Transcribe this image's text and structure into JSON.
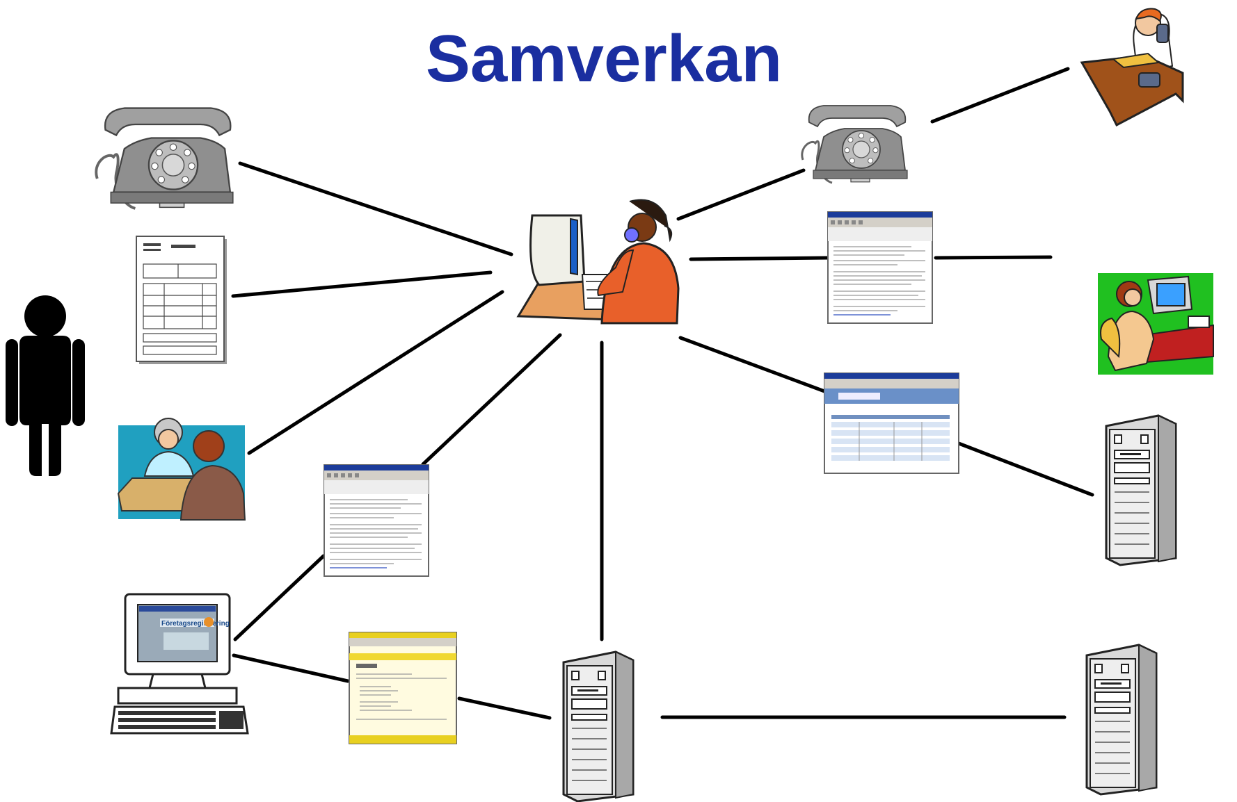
{
  "title": "Samverkan",
  "screen_banner": "Företagsregistrering",
  "colors": {
    "title": "#1a2ea0",
    "line": "#000000",
    "phone": "#8a8a8a",
    "server": "#c8c8c8",
    "agent_clothes": "#e8602a"
  },
  "nodes": [
    {
      "id": "person",
      "icon": "person-silhouette-icon"
    },
    {
      "id": "phone-left",
      "icon": "rotary-phone-icon"
    },
    {
      "id": "form",
      "icon": "paper-form-icon"
    },
    {
      "id": "meeting",
      "icon": "counter-meeting-icon"
    },
    {
      "id": "pc",
      "icon": "desktop-computer-icon"
    },
    {
      "id": "email-mid",
      "icon": "email-window-icon"
    },
    {
      "id": "webform",
      "icon": "web-form-window-icon"
    },
    {
      "id": "server-bottom",
      "icon": "server-tower-icon"
    },
    {
      "id": "agent",
      "icon": "call-center-agent-icon"
    },
    {
      "id": "phone-right",
      "icon": "rotary-phone-icon"
    },
    {
      "id": "email-right",
      "icon": "email-window-icon"
    },
    {
      "id": "webpage-right",
      "icon": "web-page-window-icon"
    },
    {
      "id": "officer-phone",
      "icon": "officer-on-phone-icon"
    },
    {
      "id": "officer-computer",
      "icon": "officer-at-computer-icon"
    },
    {
      "id": "server-right-top",
      "icon": "server-tower-icon"
    },
    {
      "id": "server-right-bottom",
      "icon": "server-tower-icon"
    }
  ],
  "edges": [
    [
      "phone-left",
      "agent"
    ],
    [
      "form",
      "agent"
    ],
    [
      "meeting",
      "agent"
    ],
    [
      "email-mid",
      "agent"
    ],
    [
      "pc",
      "email-mid"
    ],
    [
      "pc",
      "webform"
    ],
    [
      "webform",
      "server-bottom"
    ],
    [
      "agent",
      "server-bottom"
    ],
    [
      "agent",
      "phone-right"
    ],
    [
      "phone-right",
      "officer-phone"
    ],
    [
      "agent",
      "email-right"
    ],
    [
      "email-right",
      "officer-computer"
    ],
    [
      "agent",
      "webpage-right"
    ],
    [
      "webpage-right",
      "server-right-top"
    ],
    [
      "server-bottom",
      "server-right-bottom"
    ]
  ]
}
